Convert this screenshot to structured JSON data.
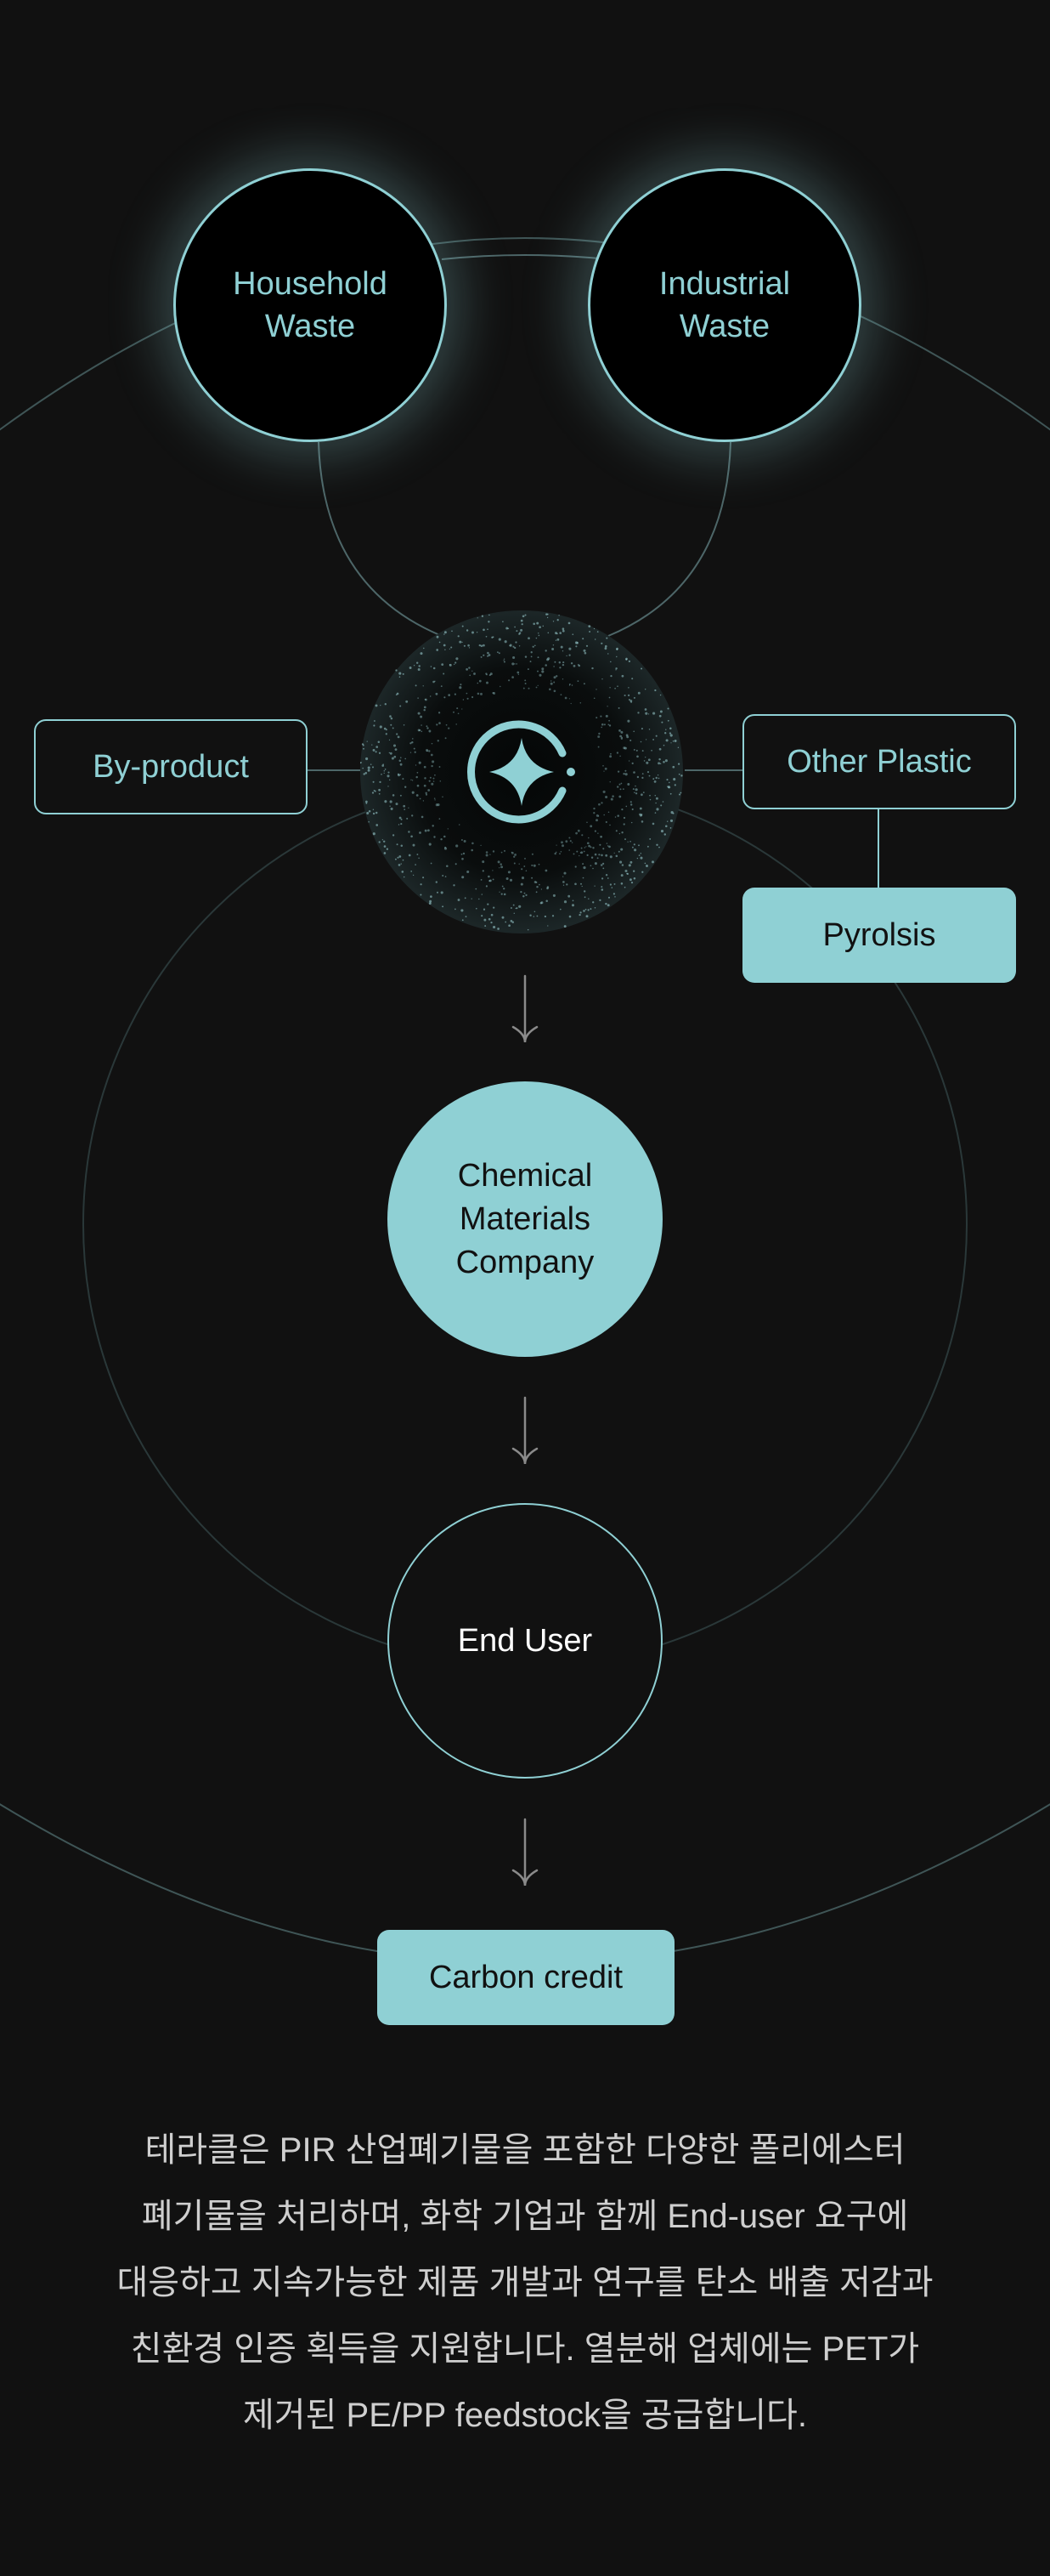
{
  "diagram": {
    "sources": [
      {
        "lines": [
          "Household",
          "Waste"
        ]
      },
      {
        "lines": [
          "Industrial",
          "Waste"
        ]
      }
    ],
    "center_icon": "sparkle-star-icon",
    "left_node": "By-product",
    "right_node": "Other Plastic",
    "right_sub_node": "Pyrolsis",
    "company_lines": [
      "Chemical",
      "Materials",
      "Company"
    ],
    "end_user": "End User",
    "carbon_credit": "Carbon credit"
  },
  "description": {
    "lines": [
      "테라클은 PIR 산업폐기물을 포함한 다양한 폴리에스터",
      "폐기물을 처리하며, 화학 기업과 함께 End-user 요구에",
      "대응하고 지속가능한 제품 개발과 연구를 탄소 배출 저감과",
      "친환경 인증 획득을 지원합니다. 열분해 업체에는 PET가",
      "제거된 PE/PP feedstock을 공급합니다."
    ]
  },
  "colors": {
    "accent": "#8fd0d4",
    "background": "#111111",
    "connector": "#4d6668",
    "text_muted": "#cfcfcf"
  }
}
